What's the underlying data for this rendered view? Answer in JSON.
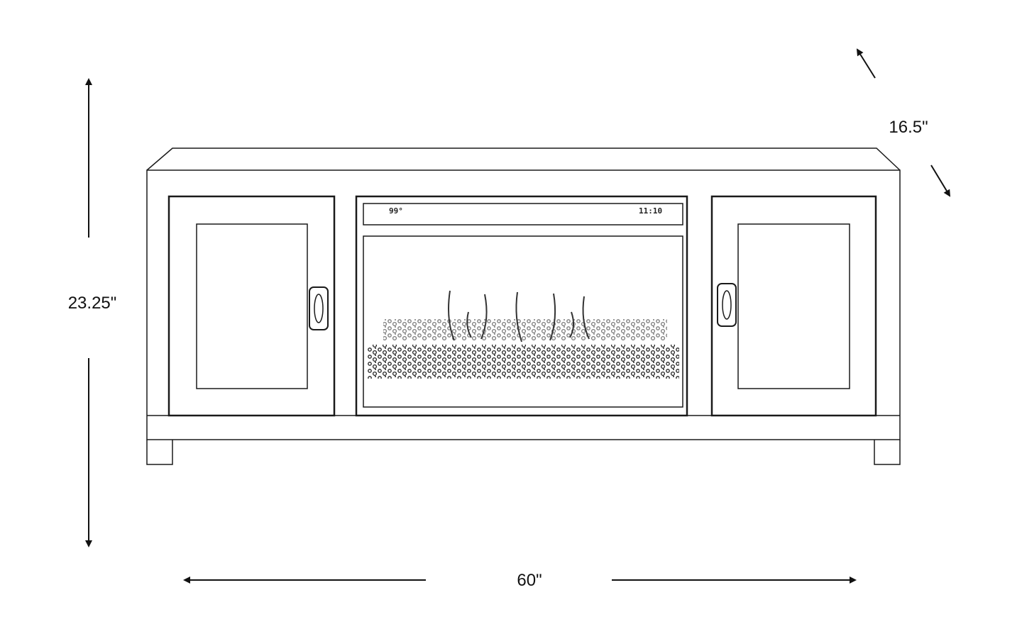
{
  "dimensions": {
    "height": "23.25\"",
    "depth": "16.5\"",
    "width": "60\""
  },
  "fireplace_display": {
    "temperature": "99°",
    "time": "11:10"
  },
  "colors": {
    "line": "#1a1a1a",
    "background": "#ffffff"
  }
}
